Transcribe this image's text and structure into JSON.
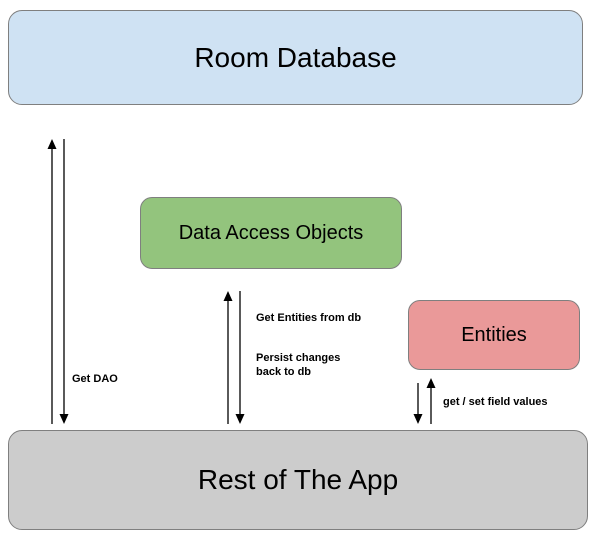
{
  "diagram": {
    "title": "Room Database architecture diagram",
    "nodes": {
      "room_database": {
        "label": "Room Database",
        "fill": "#cfe2f3"
      },
      "dao": {
        "label": "Data Access Objects",
        "fill": "#93c47d"
      },
      "entities": {
        "label": "Entities",
        "fill": "#ea9999"
      },
      "rest_of_app": {
        "label": "Rest of The App",
        "fill": "#cccccc"
      }
    },
    "edges": {
      "get_dao": {
        "label": "Get DAO"
      },
      "get_entities": {
        "label": "Get Entities from db"
      },
      "persist": {
        "label": "Persist changes back to db"
      },
      "get_set": {
        "label": "get / set field values"
      }
    }
  }
}
